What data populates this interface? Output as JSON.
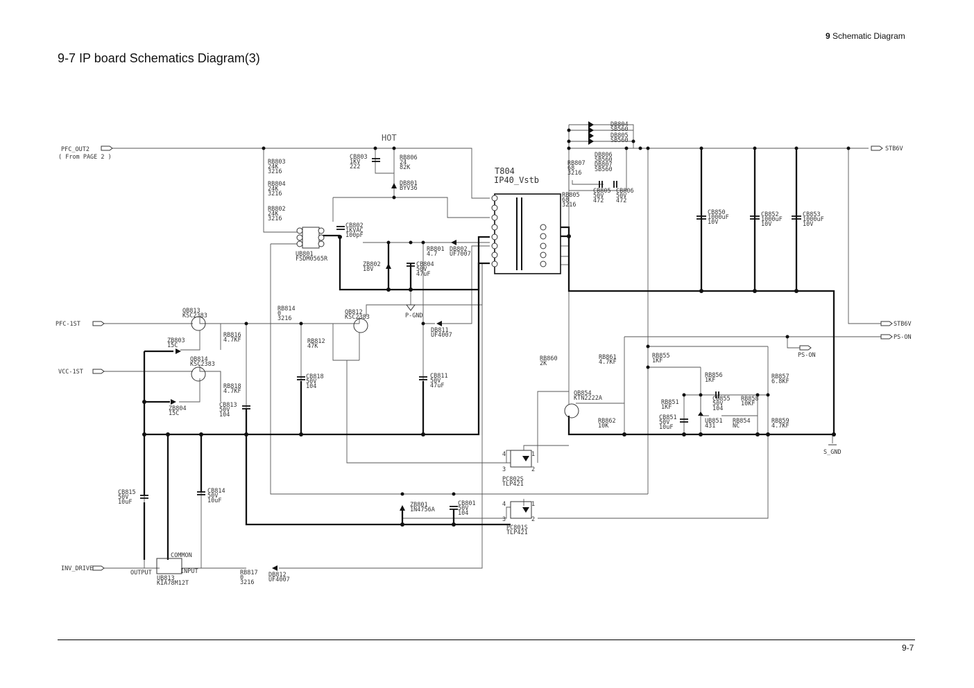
{
  "header": {
    "section_number": "9",
    "section_title": "Schematic Diagram",
    "page_title": "9-7 IP board Schematics Diagram(3)",
    "page_number": "9-7"
  },
  "diagram": {
    "labels": {
      "hot": "HOT",
      "pfc_out2": "PFC_OUT2",
      "from_page2": "( From PAGE 2 )",
      "pfc_1st": "PFC-1ST",
      "vcc_1st": "VCC-1ST",
      "inv_drive": "INV_DRIVE",
      "stb6v_top": "STB6V",
      "stb6v_mid": "STB6V",
      "ps_on_out": "PS-ON",
      "ps_on_in": "PS-ON",
      "p_gnd": "P-GND",
      "s_gnd": "S_GND",
      "common": "COMMON",
      "output": "OUTPUT",
      "input": "INPUT"
    },
    "transformer": {
      "ref": "T804",
      "part": "IP40_Vstb"
    },
    "components": {
      "rb803": [
        "RB803",
        "24K",
        "3216"
      ],
      "rb804": [
        "RB804",
        "24K",
        "3216"
      ],
      "rb802": [
        "RB802",
        "24K",
        "3216"
      ],
      "cb803": [
        "CB803",
        "1KV",
        "222"
      ],
      "rb806": [
        "RB806",
        "24",
        "82K"
      ],
      "db801": [
        "DB801",
        "BYV36"
      ],
      "cb802": [
        "CB802",
        "1KVAC",
        "100pF"
      ],
      "ub801": [
        "UB801",
        "FSDM0565R"
      ],
      "rb801": [
        "RB801",
        "4.7"
      ],
      "db802": [
        "DB802",
        "UF7007"
      ],
      "zb802": [
        "ZB802",
        "18V"
      ],
      "cb804": [
        "CB804",
        "50V",
        "47uF"
      ],
      "db804": [
        "DB804",
        "SB560"
      ],
      "db805": [
        "DB805",
        "SB560"
      ],
      "db806": [
        "DB806",
        "SB560"
      ],
      "db807": [
        "DB807",
        "SB560"
      ],
      "rb807": [
        "RB807",
        "68",
        "3216"
      ],
      "rb805": [
        "RB805",
        "68",
        "3216"
      ],
      "cb805": [
        "CB805",
        "50V",
        "472"
      ],
      "cb806": [
        "CB806",
        "50V",
        "472"
      ],
      "cb850": [
        "CB850",
        "1000uF",
        "10V"
      ],
      "cb852": [
        "CB852",
        "1000uF",
        "10V"
      ],
      "cb853": [
        "CB853",
        "1000uF",
        "10V"
      ],
      "qb813": [
        "QB813",
        "KSC2383"
      ],
      "rb816": [
        "RB816",
        "4.7KF"
      ],
      "zb803": [
        "ZB803",
        "15C"
      ],
      "qb814": [
        "QB814",
        "KSC2383"
      ],
      "rb818": [
        "RB818",
        "4.7KF"
      ],
      "zb804": [
        "ZB804",
        "15C"
      ],
      "cb813": [
        "CB813",
        "50V",
        "104"
      ],
      "rb814": [
        "RB814",
        "0",
        "3216"
      ],
      "qb812": [
        "QB812",
        "KSC2383"
      ],
      "rb812": [
        "RB812",
        "47K"
      ],
      "cb818": [
        "CB818",
        "50V",
        "104"
      ],
      "db811": [
        "DB811",
        "UF4007"
      ],
      "cb811": [
        "CB811",
        "50V",
        "47uF"
      ],
      "rb860": [
        "RB860",
        "2K"
      ],
      "rb861": [
        "RB861",
        "4.7KF"
      ],
      "rb855": [
        "RB855",
        "1KF"
      ],
      "rb856": [
        "RB856",
        "1KF"
      ],
      "rb857": [
        "RB857",
        "6.8KF"
      ],
      "qb854": [
        "QB854",
        "KTN2222A"
      ],
      "rb851": [
        "RB851",
        "1KF"
      ],
      "cb855": [
        "CB855",
        "50V",
        "104"
      ],
      "rb858": [
        "RB858",
        "10KF"
      ],
      "cb851": [
        "CB851",
        "50V",
        "10uF"
      ],
      "ub851": [
        "UB851",
        "431"
      ],
      "rb854": [
        "RB854",
        "NC"
      ],
      "rb859": [
        "RB859",
        "4.7KF"
      ],
      "rb862": [
        "RB862",
        "10K"
      ],
      "pc802s": [
        "PC802S",
        "TLP421"
      ],
      "pc801s": [
        "PC801S",
        "TLP421"
      ],
      "zb801": [
        "ZB801",
        "1N4756A"
      ],
      "cb801": [
        "CB801",
        "50V",
        "104"
      ],
      "cb815": [
        "CB815",
        "50V",
        "10uF"
      ],
      "cb814": [
        "CB814",
        "50V",
        "10uF"
      ],
      "ub813": [
        "UB813",
        "KIA78M12T"
      ],
      "rb817": [
        "RB817",
        "0",
        "3216"
      ],
      "db812": [
        "DB812",
        "UF4007"
      ]
    }
  }
}
